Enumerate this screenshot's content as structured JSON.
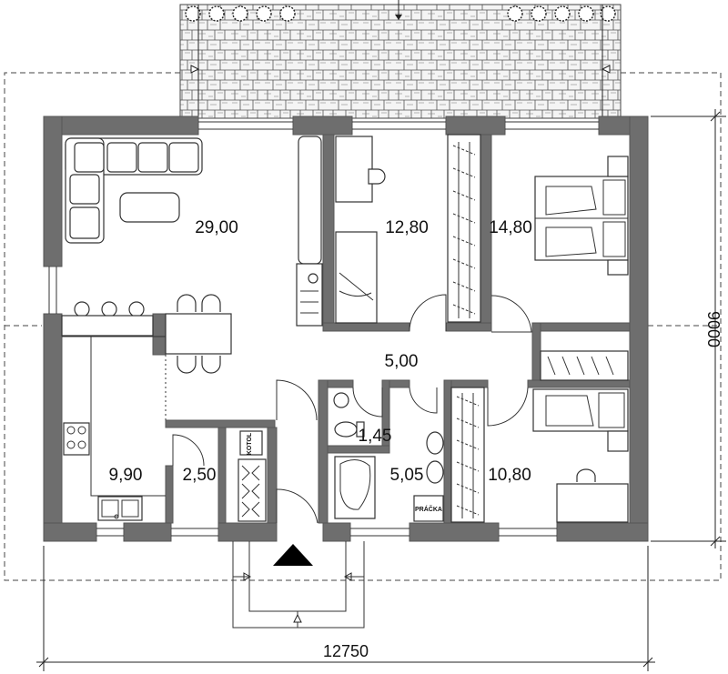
{
  "rooms": [
    {
      "id": "living",
      "area": "29,00"
    },
    {
      "id": "bedroom-small",
      "area": "12,80"
    },
    {
      "id": "bedroom-master",
      "area": "14,80"
    },
    {
      "id": "hall",
      "area": "5,00"
    },
    {
      "id": "wc",
      "area": "1,45"
    },
    {
      "id": "bathroom",
      "area": "5,05"
    },
    {
      "id": "kitchen",
      "area": "9,90"
    },
    {
      "id": "pantry",
      "area": "2,50"
    },
    {
      "id": "bedroom-third",
      "area": "10,80"
    }
  ],
  "labels": {
    "boiler": "KOTOL",
    "washer": "PRÁČKA"
  },
  "dimensions": {
    "width": "12750",
    "depth": "9000"
  },
  "colors": {
    "wall": "#6e6e6e",
    "line": "#333333",
    "background": "#ffffff"
  }
}
